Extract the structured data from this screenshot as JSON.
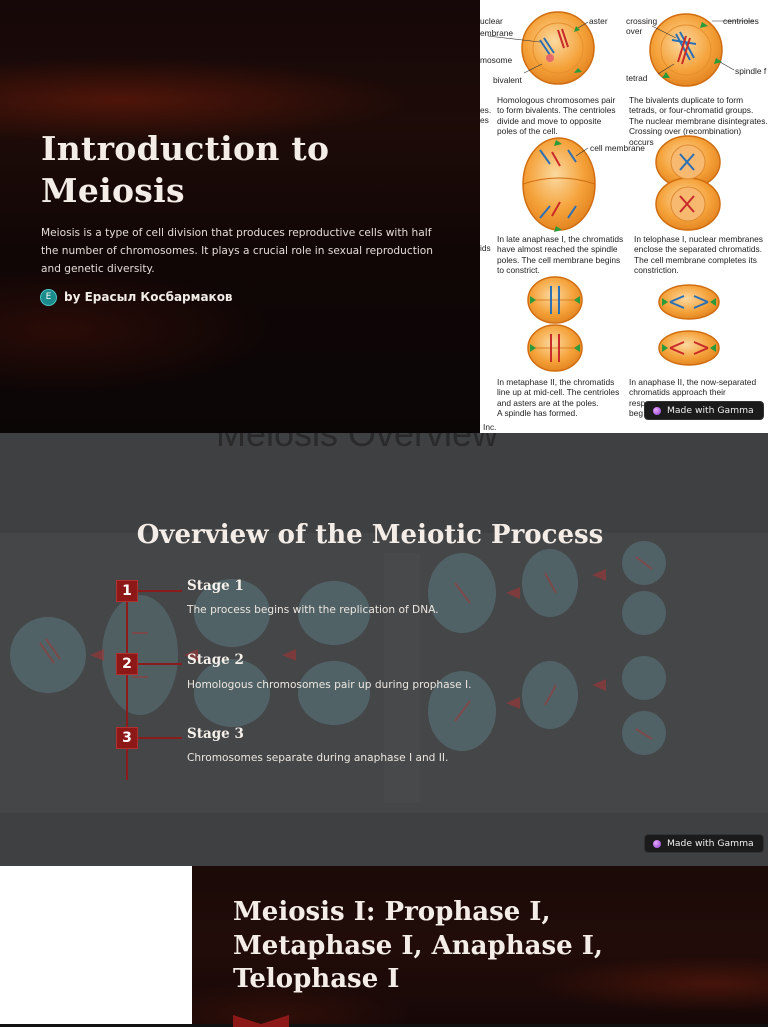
{
  "slide1": {
    "title": "Introduction to Meiosis",
    "description": "Meiosis is a type of cell division that produces reproductive cells with half the number of chromosomes. It plays a crucial role in sexual reproduction and genetic diversity.",
    "author_initial": "E",
    "author_text": "by Ерасыл Косбармаков",
    "diagram": {
      "labels": [
        "uclear",
        "embrane",
        "aster",
        "mosome",
        "bivalent",
        "crossing",
        "over",
        "centrioles",
        "tetrad",
        "spindle f",
        "cell membrane",
        "Inc."
      ],
      "captions": [
        "es.\nes",
        "Homologous chromosomes pair\nto form bivalents. The centrioles\ndivide and move to opposite\npoles of the cell.",
        "The bivalents duplicate to form\ntetrads, or four-chromatid groups.\nThe nuclear membrane disintegrates.\nCrossing over (recombination) occurs",
        "ids",
        "In late anaphase I, the chromatids\nhave almost reached the spindle\npoles. The cell membrane begins\nto constrict.",
        "In telophase I, nuclear membranes\nenclose the separated chromatids.\nThe cell membrane completes its\nconstriction.",
        "In metaphase II, the chromatids\nline up at mid-cell. The centrioles\nand asters are at the poles.\nA spindle has formed.",
        "In anaphase II, the now-separated\nchromatids approach their\nresp\nbeg"
      ]
    }
  },
  "badge_label": "Made with Gamma",
  "slide2": {
    "ghost_title": "Meiosis Overview",
    "title": "Overview of the Meiotic Process",
    "stages": [
      {
        "number": "1",
        "title": "Stage 1",
        "description": "The process begins with the replication of DNA."
      },
      {
        "number": "2",
        "title": "Stage 2",
        "description": "Homologous chromosomes pair up during prophase I."
      },
      {
        "number": "3",
        "title": "Stage 3",
        "description": "Chromosomes separate during anaphase I and II."
      }
    ]
  },
  "slide3": {
    "title": "Meiosis I: Prophase I, Metaphase I, Anaphase I, Telophase I"
  },
  "colors": {
    "accent_red": "#8d1818",
    "cell_orange": "#f5a23a",
    "title_text": "#f4ece6"
  }
}
